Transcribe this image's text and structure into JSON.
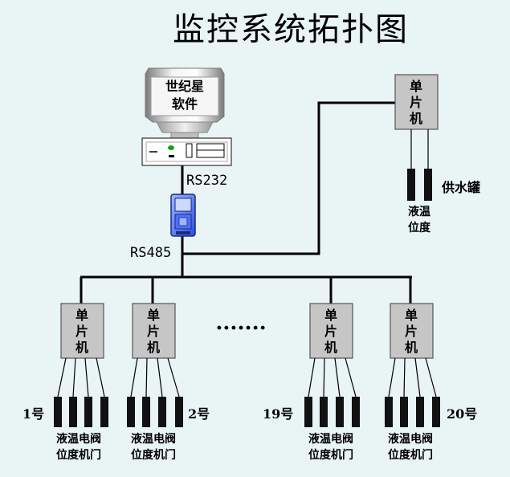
{
  "title": "监控系统拓扑图",
  "monitor": {
    "line1": "世纪星",
    "line2": "软件"
  },
  "rs232": "RS232",
  "rs485": "RS485",
  "ellipsis": "·······",
  "mcu": {
    "c1": "单",
    "c2": "片",
    "c3": "机"
  },
  "supply_tank": {
    "label": "供水罐",
    "sensor_line1": "液温",
    "sensor_line2": "位度"
  },
  "stations": [
    {
      "label": "1号",
      "line1": "液温电阀",
      "line2": "位度机门"
    },
    {
      "label": "2号",
      "line1": "液温电阀",
      "line2": "位度机门"
    },
    {
      "label": "19号",
      "line1": "液温电阀",
      "line2": "位度机门"
    },
    {
      "label": "20号",
      "line1": "液温电阀",
      "line2": "位度机门"
    }
  ]
}
